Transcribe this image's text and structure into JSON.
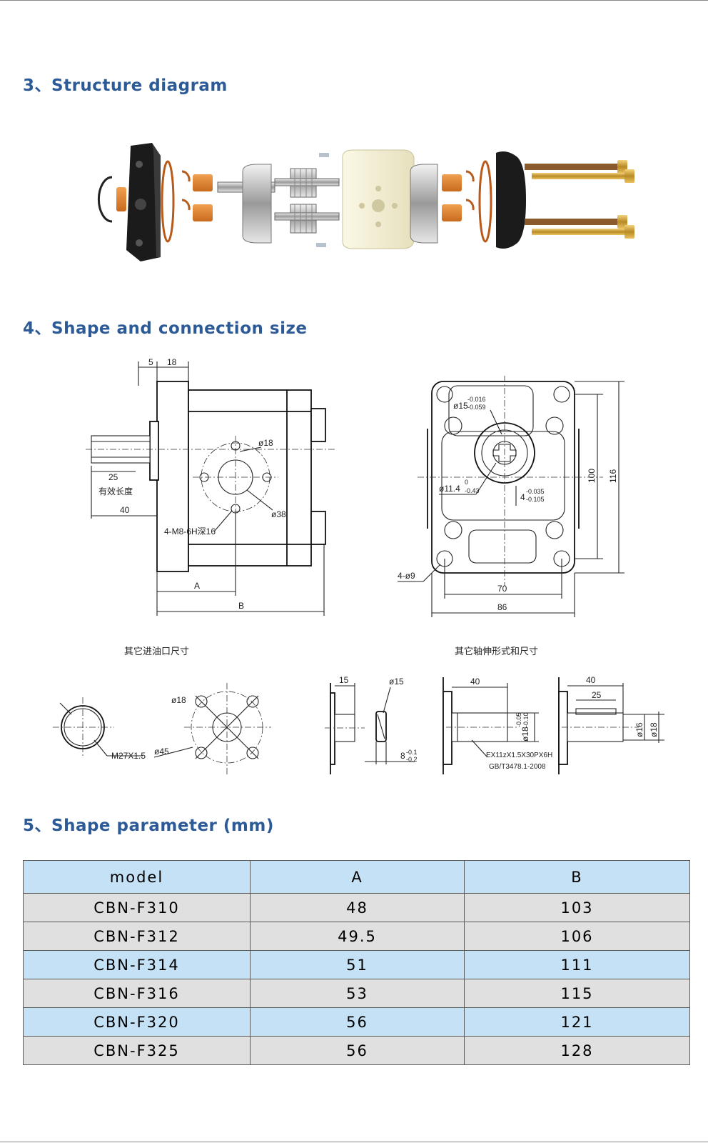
{
  "sections": {
    "structure": {
      "title": "3、Structure diagram"
    },
    "shape": {
      "title": "4、Shape and connection size"
    },
    "params": {
      "title": "5、Shape parameter (mm)"
    }
  },
  "drawing": {
    "side_view": {
      "dim_5": "5",
      "dim_18": "18",
      "dim_25": "25",
      "effective_length": "有效长度",
      "dim_40": "40",
      "port_phi18": "ø18",
      "port_phi38": "ø38",
      "thread": "4-M8-6H深16",
      "dim_A": "A",
      "dim_B": "B"
    },
    "front_view": {
      "shaft_phi15": "ø15",
      "tol_upper": "-0.016",
      "tol_lower": "-0.059",
      "key_11_4": "ø11.4",
      "tol_11_upper": "0",
      "tol_11_lower": "-0.43",
      "key_4": "4",
      "tol_4_upper": "-0.035",
      "tol_4_lower": "-0.105",
      "dim_100": "100",
      "dim_116": "116",
      "holes": "4-ø9",
      "dim_70": "70",
      "dim_86": "86"
    },
    "other_ports": {
      "caption": "其它进油口尺寸",
      "thread": "M27X1.5",
      "phi18": "ø18",
      "phi45": "ø45"
    },
    "other_shafts": {
      "caption": "其它轴伸形式和尺寸",
      "s1_15": "15",
      "s1_phi15": "ø15",
      "s1_8": "8",
      "s1_tol_upper": "-0.1",
      "s1_tol_lower": "-0.2",
      "s2_40": "40",
      "s2_phi18": "ø18",
      "s2_tol_upper": "-0.05",
      "s2_tol_lower": "-0.10",
      "s2_spline": "EX11zX1.5X30PX6H",
      "s2_std": "GB/T3478.1-2008",
      "s3_40": "40",
      "s3_25": "25",
      "s3_phi16": "ø16",
      "s3_phi18": "ø18"
    }
  },
  "table": {
    "headers": [
      "model",
      "A",
      "B"
    ],
    "rows": [
      [
        "CBN-F310",
        "48",
        "103"
      ],
      [
        "CBN-F312",
        "49.5",
        "106"
      ],
      [
        "CBN-F314",
        "51",
        "111"
      ],
      [
        "CBN-F316",
        "53",
        "115"
      ],
      [
        "CBN-F320",
        "56",
        "121"
      ],
      [
        "CBN-F325",
        "56",
        "128"
      ]
    ],
    "row_colors": [
      "#e0e0e0",
      "#e0e0e0",
      "#c4e1f6",
      "#e0e0e0",
      "#c4e1f6",
      "#e0e0e0"
    ]
  },
  "colors": {
    "title": "#2b5a97",
    "table_blue": "#c4e1f6",
    "table_gray": "#e0e0e0",
    "housing": "#f3efd6",
    "copper": "#e38a35",
    "black_plate": "#1b1b1b",
    "bolt": "#c9a23a"
  }
}
